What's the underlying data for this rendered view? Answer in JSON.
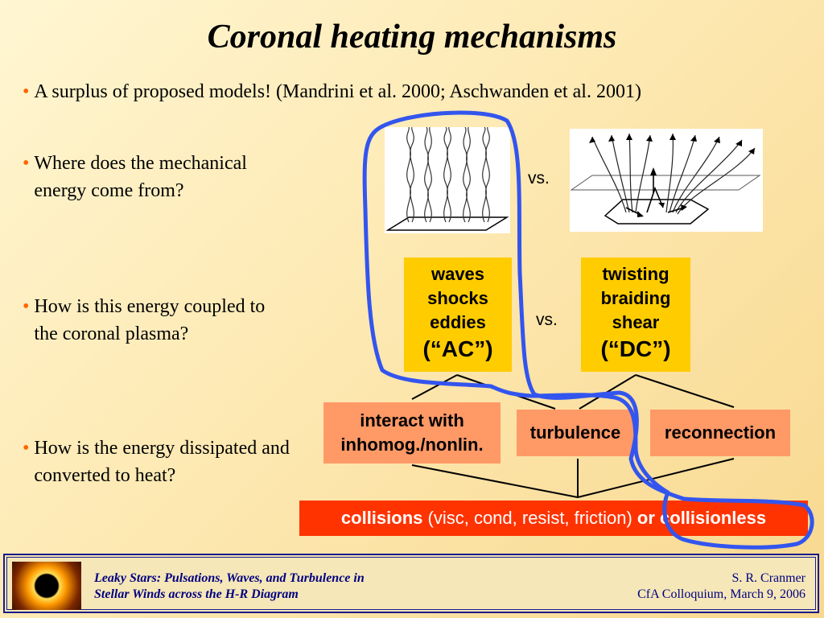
{
  "slide": {
    "title": "Coronal heating mechanisms",
    "bullets": [
      "A surplus of proposed models!  (Mandrini et al. 2000; Aschwanden et al. 2001)",
      "Where does the mechanical energy come from?",
      "How is this energy coupled to the coronal plasma?",
      "How is the energy dissipated and converted to heat?"
    ]
  },
  "diagram": {
    "vs_top": "vs.",
    "vs_mid": "vs.",
    "ac_box": [
      "waves",
      "shocks",
      "eddies",
      "(“AC”)"
    ],
    "dc_box": [
      "twisting",
      "braiding",
      "shear",
      "(“DC”)"
    ],
    "interact_box": [
      "interact with",
      "inhomog./nonlin."
    ],
    "turbulence": "turbulence",
    "reconnection": "reconnection",
    "collisions_strong": "collisions",
    "collisions_detail": " (visc, cond, resist, friction) ",
    "or_word": "or",
    "collisionless": " collisionless"
  },
  "footer": {
    "left_line1": "Leaky Stars:  Pulsations, Waves, and Turbulence in",
    "left_line2": "Stellar Winds across the H-R Diagram",
    "right_line1": "S. R. Cranmer",
    "right_line2": "CfA Colloquium,  March 9, 2006"
  },
  "colors": {
    "bullet": "#ff6600",
    "ac_dc_box": "#ffcc00",
    "mechanism_box": "#ff9966",
    "collision_box": "#ff3300",
    "highlight_loop": "#3355ee",
    "footer_text": "#000080"
  }
}
